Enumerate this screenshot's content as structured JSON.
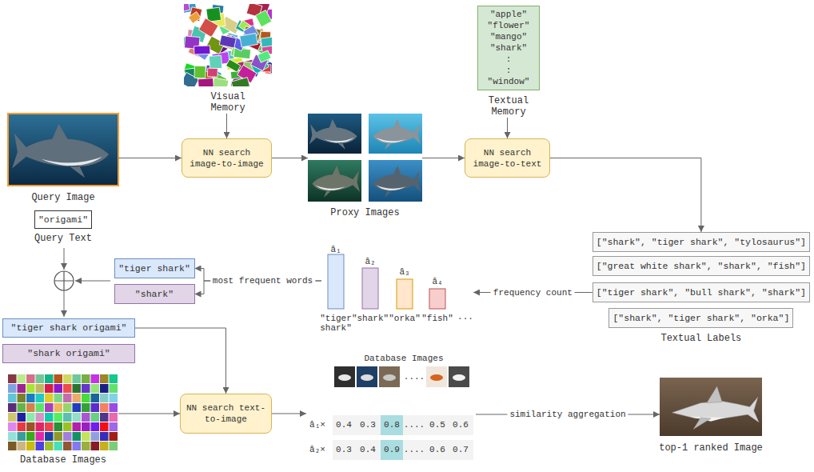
{
  "diagram": {
    "nodes": [
      {
        "text": [
          "Visual Memory"
        ]
      },
      {
        "text": [
          "\"apple\" \"flower\" \"mango\" \"shark\" : : \"window\"",
          "Textual Memory"
        ]
      },
      {
        "text": [
          "Query Image"
        ]
      },
      {
        "text": [
          "NN search image-to-image"
        ]
      },
      {
        "text": [
          "Proxy Images"
        ]
      },
      {
        "text": [
          "NN search image-to-text"
        ]
      },
      {
        "text": [
          "\"origami\"",
          "Query Text"
        ]
      },
      {
        "text": [
          "[\"shark\", \"tiger shark\", \"tylosaurus\"]"
        ]
      },
      {
        "text": [
          "[\"great white shark\", \"shark\", \"fish\"]"
        ]
      },
      {
        "text": [
          "[\"tiger shark\", \"bull shark\", \"shark\"]"
        ]
      },
      {
        "text": [
          "[\"shark\", \"tiger shark\", \"orka\"]"
        ]
      },
      {
        "text": [
          "â₁",
          "â₂",
          "â₃",
          "â₄",
          "\"tiger shark\"",
          "\"shark\"",
          "\"orka\"",
          "\"fish\"",
          "..."
        ]
      },
      {
        "text": [
          "\"tiger shark\""
        ]
      },
      {
        "text": [
          "\"shark\""
        ]
      },
      {
        "text": [
          "\"tiger shark origami\""
        ]
      },
      {
        "text": [
          "\"shark origami\""
        ]
      },
      {
        "text": [
          "Database Images",
          "....",
          "â₁×",
          "0.4",
          "0.3",
          "0.8",
          "....",
          "0.5",
          "0.6",
          "â₂×",
          "0.3",
          "0.4",
          "0.9",
          "....",
          "0.6",
          "0.7"
        ]
      },
      {
        "text": [
          "Database Images"
        ]
      },
      {
        "text": [
          "NN search text-to-image"
        ]
      },
      {
        "text": [
          "top-1 ranked Image"
        ]
      }
    ],
    "edges": [
      {
        "from": 2,
        "to": 3,
        "arrow": "to"
      },
      {
        "from": 0,
        "to": 3,
        "arrow": "to"
      },
      {
        "from": 3,
        "to": 4,
        "arrow": "to"
      },
      {
        "from": 4,
        "to": 5,
        "arrow": "to"
      },
      {
        "from": 1,
        "to": 5,
        "arrow": "to"
      },
      {
        "from": 5,
        "to": 7,
        "arrow": "to"
      },
      {
        "from": 9,
        "to": 11,
        "label": "frequency count",
        "arrow": "to"
      },
      {
        "from": 11,
        "to": 12,
        "label": "most frequent words",
        "arrow": "to"
      },
      {
        "from": 11,
        "to": 13,
        "arrow": "to"
      },
      {
        "from": 14,
        "to": 18,
        "arrow": "to"
      },
      {
        "from": 17,
        "to": 18,
        "arrow": "to"
      },
      {
        "from": 18,
        "to": 16,
        "arrow": "to"
      },
      {
        "from": 16,
        "to": 19,
        "label": "similarity aggregation",
        "arrow": "to"
      }
    ],
    "labels": [
      "Textual Labels"
    ]
  }
}
